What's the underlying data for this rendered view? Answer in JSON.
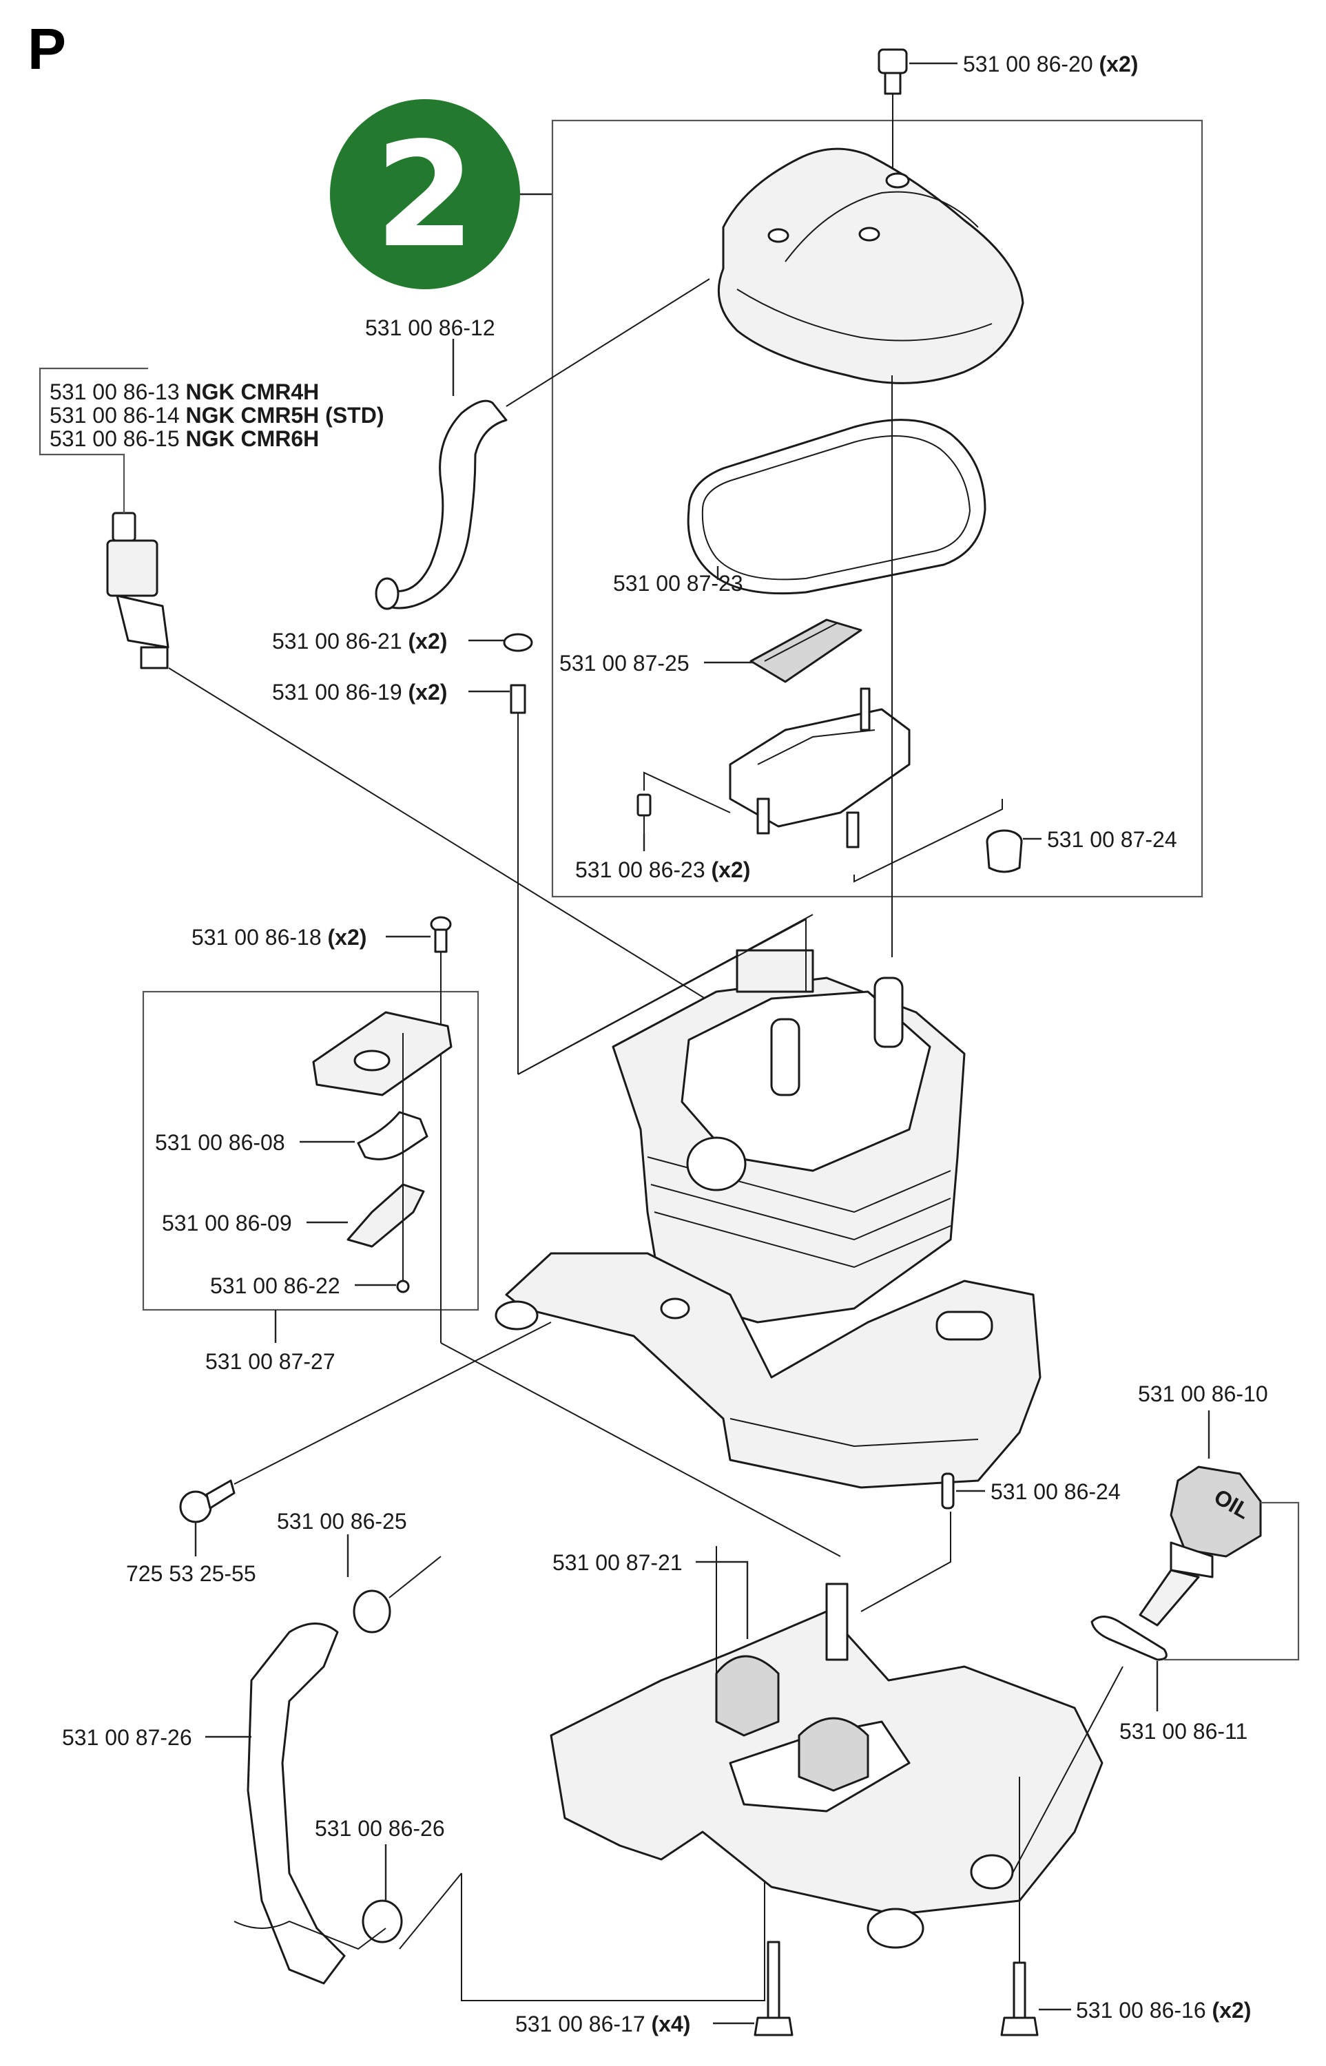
{
  "page_letter": "P",
  "badge": {
    "number": "2",
    "color": "#237a2e"
  },
  "labels": {
    "spark_plug": [
      {
        "num": "531 00 86-13",
        "spec": "NGK CMR4H"
      },
      {
        "num": "531 00 86-14",
        "spec": "NGK CMR5H (STD)"
      },
      {
        "num": "531 00 86-15",
        "spec": "NGK CMR6H"
      }
    ],
    "p_86_20": {
      "num": "531 00 86-20",
      "qty": "(x2)"
    },
    "p_86_12": {
      "num": "531 00 86-12"
    },
    "p_87_23": {
      "num": "531 00 87-23"
    },
    "p_87_25": {
      "num": "531 00 87-25"
    },
    "p_86_21": {
      "num": "531 00 86-21",
      "qty": "(x2)"
    },
    "p_86_19": {
      "num": "531 00 86-19",
      "qty": "(x2)"
    },
    "p_86_23": {
      "num": "531 00 86-23",
      "qty": "(x2)"
    },
    "p_87_24": {
      "num": "531 00 87-24"
    },
    "p_86_18": {
      "num": "531 00 86-18",
      "qty": "(x2)"
    },
    "p_86_08": {
      "num": "531 00 86-08"
    },
    "p_86_09": {
      "num": "531 00 86-09"
    },
    "p_86_22": {
      "num": "531 00 86-22"
    },
    "p_87_27": {
      "num": "531 00 87-27"
    },
    "p_86_10": {
      "num": "531 00 86-10"
    },
    "p_725_53_25_55": {
      "num": "725 53 25-55"
    },
    "p_86_25": {
      "num": "531 00 86-25"
    },
    "p_86_24": {
      "num": "531 00 86-24"
    },
    "p_87_21": {
      "num": "531 00 87-21"
    },
    "p_86_11": {
      "num": "531 00 86-11"
    },
    "p_87_26": {
      "num": "531 00 87-26"
    },
    "p_86_26": {
      "num": "531 00 86-26"
    },
    "p_86_17": {
      "num": "531 00 86-17",
      "qty": "(x4)"
    },
    "p_86_16": {
      "num": "531 00 86-16",
      "qty": "(x2)"
    }
  },
  "oil_cap_text": "OIL"
}
